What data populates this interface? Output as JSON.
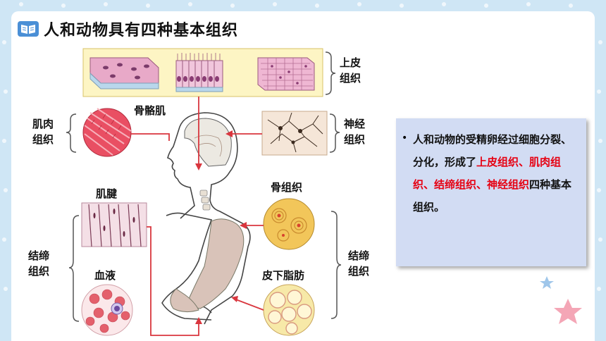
{
  "title": "人和动物具有四种基本组织",
  "labels": {
    "epithelial": [
      "上皮",
      "组织"
    ],
    "muscle_left": [
      "肌肉",
      "组织"
    ],
    "nerve": [
      "神经",
      "组织"
    ],
    "connective_left": [
      "结缔",
      "组织"
    ],
    "connective_right": [
      "结缔",
      "组织"
    ],
    "skeletal_muscle": "骨骼肌",
    "tendon": "肌腱",
    "bone_tissue": "骨组织",
    "blood": "血液",
    "subcutaneous_fat": "皮下脂肪"
  },
  "info": {
    "bullet": "•",
    "part1": "人和动物的受精卵经过细胞分裂、分化，形成了",
    "highlight": "上皮组织、肌肉组织、结缔组织、神经组织",
    "part2": "四种基本组织。",
    "highlight_color": "#e60012"
  },
  "colors": {
    "background": "#cfe6f5",
    "info_box": "#d2dcf3",
    "epithelial_box": "#fdf5c4",
    "arrow": "#d9363e"
  },
  "icons": [
    "book-icon",
    "star-icon"
  ]
}
